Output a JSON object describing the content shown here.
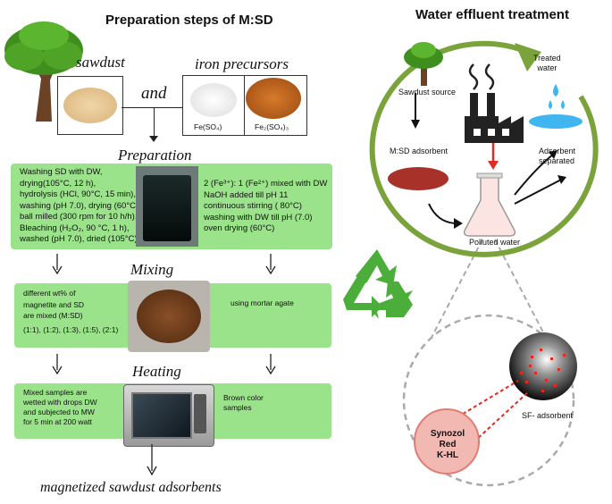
{
  "left_panel": {
    "title": "Preparation steps of M:SD",
    "sawdust_label": "sawdust",
    "and_label": "and",
    "iron_label": "iron precursors",
    "fe_so4": "Fe(SO₄)",
    "fe2_so4_3": "Fe₂(SO₄)₃",
    "preparation_label": "Preparation",
    "prep_left_lines": [
      "Washing SD with DW,",
      "drying(105°C, 12 h),",
      "hydrolysis (HCl, 90°C, 15 min),",
      "washing (pH 7.0), drying (60°C),",
      "ball milled (300 rpm for 10 h/h),",
      "Bleaching (H₂O₂, 90 °C, 1 h),",
      "washed (pH 7.0), dried (105°C)"
    ],
    "prep_right_lines": [
      "2 (Fe³⁺): 1 (Fe²⁺) mixed with DW",
      "NaOH  added  till pH 11",
      " continuous stirring ( 80°C)",
      "washing with DW till pH (7.0)",
      "oven drying (60°C)"
    ],
    "mixing_label": "Mixing",
    "mix_left_lines": [
      "different wt% of",
      "magnetite and SD",
      "are mixed (M:SD)",
      "(1:1), (1:2), (1:3), (1:5), (2:1)"
    ],
    "mix_right": "using mortar agate",
    "heating_label": "Heating",
    "heat_left_lines": [
      "Mixed samples are",
      "wetted with drops  DW",
      "and subjected to MW",
      "for 5 min at 200 watt"
    ],
    "heat_right_lines": [
      "Brown color",
      "samples"
    ],
    "final_label": "magnetized sawdust adsorbents"
  },
  "right_panel": {
    "title": "Water effluent treatment",
    "sawdust_source": "Sawdust source",
    "treated_water_lines": [
      "Treated",
      "water"
    ],
    "msd_adsorbent": "M:SD adsorbent",
    "adsorbent_separated_lines": [
      "Adsorbent",
      "separated"
    ],
    "polluted_water": "Polluted water",
    "dye_lines": [
      "Synozol Red",
      "K-HL"
    ],
    "sf_adsorbent": "SF- adsorbent"
  },
  "colors": {
    "box_green": "#9be38b",
    "ring_green": "#7aa33b",
    "recycle_green": "#4cae3a",
    "arrow_red": "#e02b20",
    "dye_pink": "#f2b9b3"
  }
}
